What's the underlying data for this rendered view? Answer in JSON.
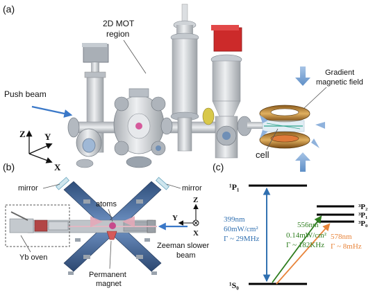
{
  "panel_a": {
    "tag": "(a)",
    "mot_line1": "2D MOT",
    "mot_line2": "region",
    "push_beam": "Push beam",
    "gradient_line1": "Gradient",
    "gradient_line2": "magnetic field",
    "cell": "cell",
    "axis_z": "Z",
    "axis_y": "Y",
    "axis_x": "X"
  },
  "panel_b": {
    "tag": "(b)",
    "mirror_left": "mirror",
    "mirror_right": "mirror",
    "atoms": "atoms",
    "yb_oven": "Yb oven",
    "magnet_line1": "Permanent",
    "magnet_line2": "magnet",
    "zeeman_line1": "Zeeman slower",
    "zeeman_line2": "beam",
    "axis_z": "Z",
    "axis_y": "Y",
    "axis_x": "X"
  },
  "panel_c": {
    "tag": "(c)",
    "level_1p1": "¹P₁",
    "level_1s0": "¹S₀",
    "level_3p2": "³P₂",
    "level_3p1": "³P₁",
    "level_3p0": "³P₀",
    "t399_wl": "399nm",
    "t399_int": "60mW/cm²",
    "t399_gamma": "Γ ~ 29MHz",
    "t556_wl": "556nm",
    "t556_int": "0.14mW/cm²",
    "t556_gamma": "Γ ~ 182KHz",
    "t578_wl": "578nm",
    "t578_gamma": "Γ ~ 8mHz"
  },
  "colors": {
    "blue_transition": "#2f6fb0",
    "green_transition": "#2e7d1e",
    "orange_transition": "#e8843a",
    "beam_blue": "#6a9bd1",
    "metal": "#c9ccd0",
    "flange": "#9aa3ad",
    "red_block": "#cc2a2a",
    "coil_copper": "#c8913a"
  }
}
